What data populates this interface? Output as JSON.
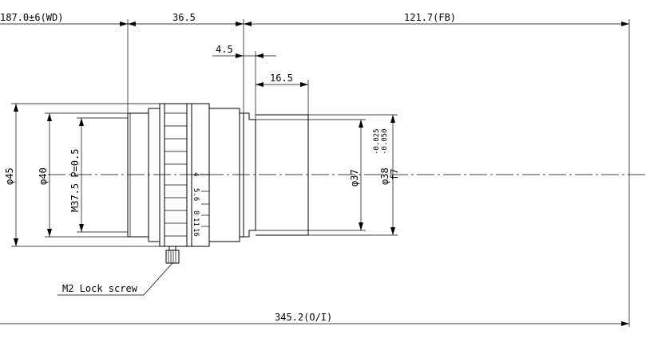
{
  "dimensions": {
    "working_distance": "187.0±6(WD)",
    "front_length": "36.5",
    "flange_back": "121.7(FB)",
    "flange_offset": "4.5",
    "mount_length": "16.5",
    "total_length": "345.2(O/I)"
  },
  "diameters": {
    "outer": "φ45",
    "front": "φ40",
    "filter_thread": "M37.5 P=0.5",
    "mount_inner": "φ37",
    "mount_outer": "φ38",
    "mount_outer_tol_upper": "-0.025",
    "mount_outer_tol_lower": "-0.050",
    "mount_outer_fit": "f7"
  },
  "aperture_scale": [
    "4",
    "5.6",
    "8",
    "11",
    "16"
  ],
  "callouts": {
    "lock_screw": "M2 Lock screw"
  }
}
